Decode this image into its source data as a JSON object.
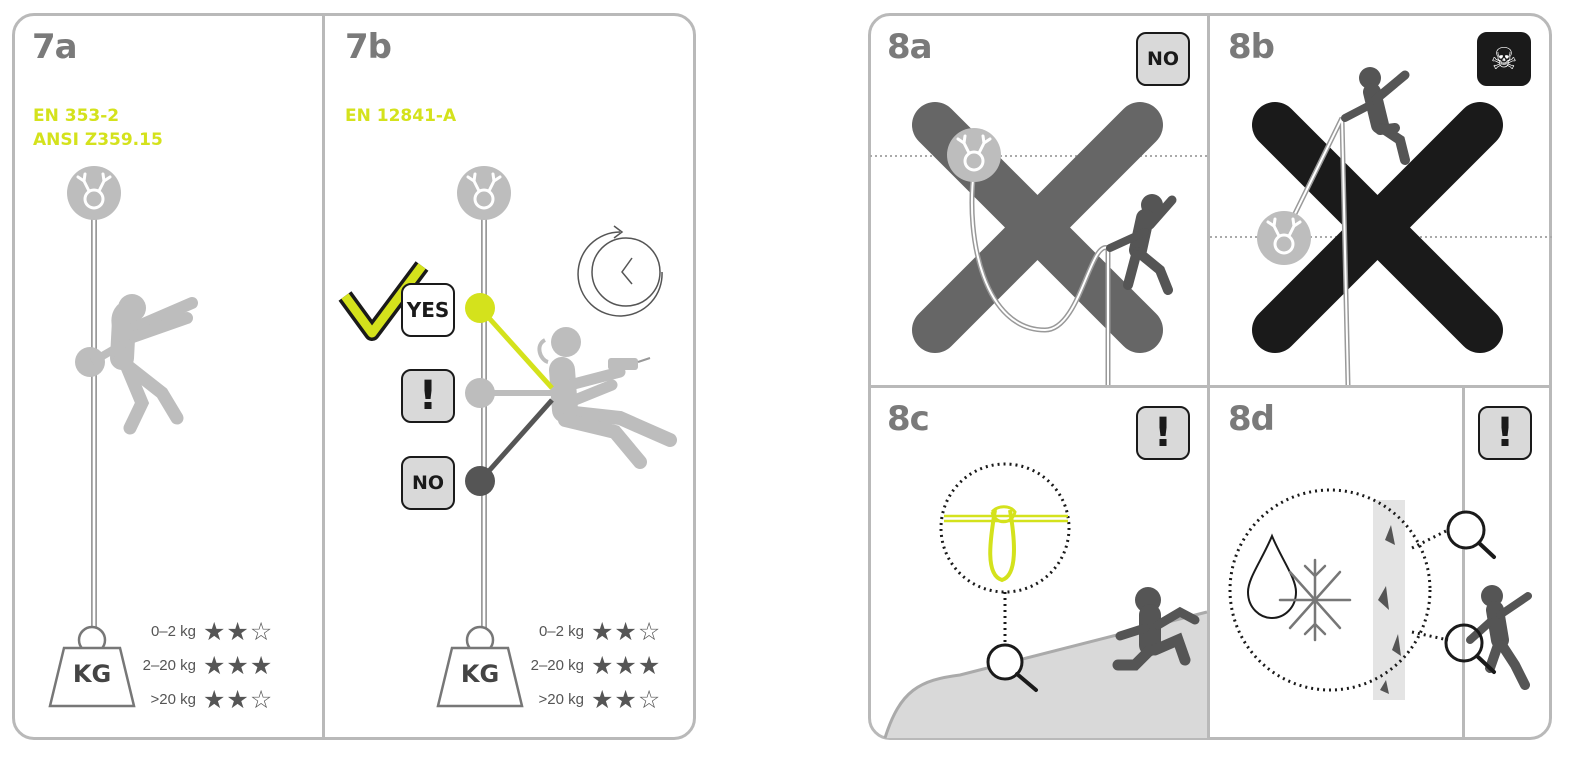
{
  "panels": {
    "p7a": {
      "label": "7a",
      "standard_line1": "EN 353-2",
      "standard_line2": "ANSI Z359.15"
    },
    "p7b": {
      "label": "7b",
      "standard_line1": "EN 12841-A"
    },
    "p8a": {
      "label": "8a"
    },
    "p8b": {
      "label": "8b"
    },
    "p8c": {
      "label": "8c"
    },
    "p8d": {
      "label": "8d"
    }
  },
  "weight_label": "KG",
  "ratings": [
    {
      "range": "0–2 kg",
      "stars": "★★☆"
    },
    {
      "range": "2–20 kg",
      "stars": "★★★"
    },
    {
      "range": ">20 kg",
      "stars": "★★☆"
    }
  ],
  "badges": {
    "yes": "YES",
    "no": "NO",
    "warning": "!",
    "danger": "☠"
  },
  "colors": {
    "accent": "#d4e21c",
    "frame": "#b9b9b9",
    "grey_figure": "#bdbdbd",
    "dark": "#4d4d4d",
    "black": "#1a1a1a"
  }
}
